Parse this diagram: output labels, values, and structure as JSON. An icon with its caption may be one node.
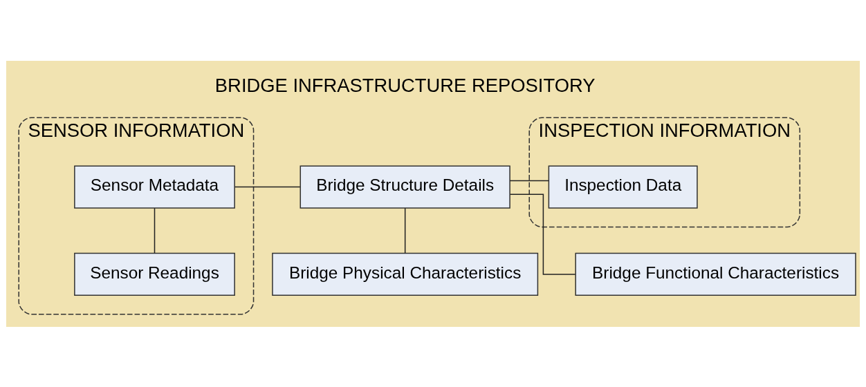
{
  "diagram": {
    "nodes": [
      {
        "text": [
          "SENSOR INFORMATION"
        ]
      },
      {
        "text": [
          "Sensor Metadata"
        ],
        "in": 0
      },
      {
        "text": [
          "Sensor Readings"
        ],
        "in": 0
      },
      {
        "text": [
          "Bridge Structure Details"
        ]
      },
      {
        "text": [
          "Bridge Physical Characteristics"
        ]
      },
      {
        "text": [
          "Bridge Functional Characteristics"
        ]
      },
      {
        "text": [
          "INSPECTION INFORMATION"
        ]
      },
      {
        "text": [
          "Inspection Data"
        ],
        "in": 6
      }
    ],
    "edges": [
      {
        "from": 1,
        "to": 3,
        "arrow": "none"
      },
      {
        "from": 1,
        "to": 2,
        "arrow": "none"
      },
      {
        "from": 3,
        "to": 4,
        "arrow": "none"
      },
      {
        "from": 3,
        "to": 5,
        "arrow": "none"
      },
      {
        "from": 3,
        "to": 7,
        "arrow": "none"
      }
    ],
    "labels": [
      "BRIDGE INFRASTRUCTURE REPOSITORY"
    ]
  }
}
